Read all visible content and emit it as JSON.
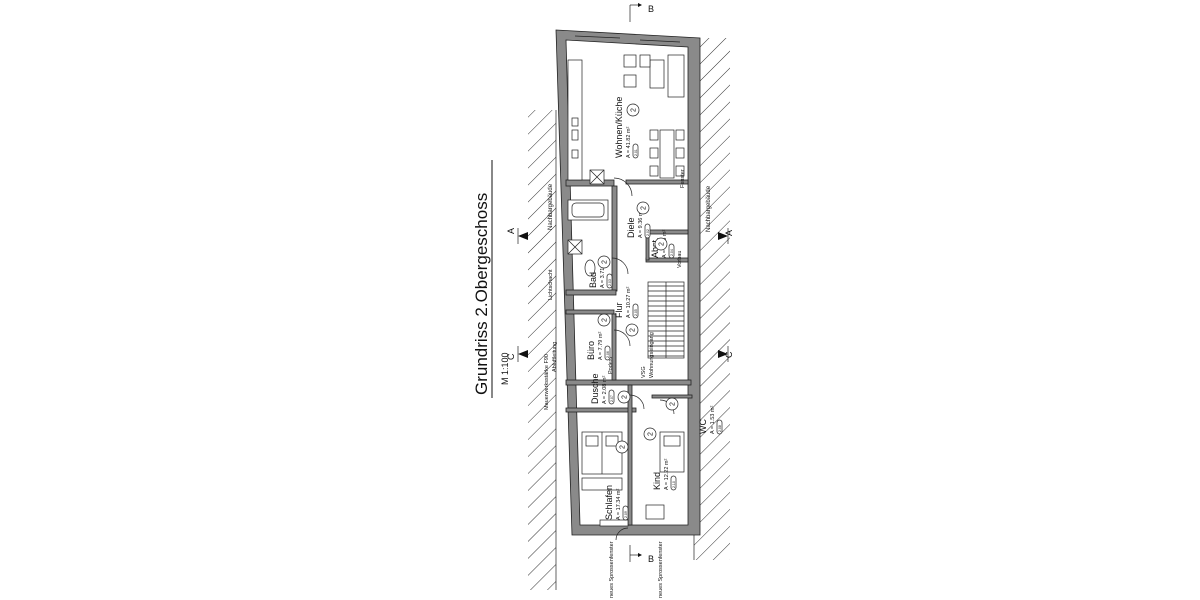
{
  "title": "Grundriss 2.Obergeschoss",
  "scale": "M 1:100",
  "section_marks": {
    "b_top": "B",
    "b_bottom": "B",
    "a_left": "A",
    "a_right": "A",
    "c_left": "C",
    "c_right": "C"
  },
  "neighbors": {
    "left": "Nachbargebäude",
    "right": "Nachbargebäude"
  },
  "rooms": [
    {
      "name": "Wohnen/Küche",
      "area": "A = 41.82 m²",
      "number": "2",
      "code": "2.01"
    },
    {
      "name": "Diele",
      "area": "A = 9.36 m²",
      "number": "2",
      "code": "2.02"
    },
    {
      "name": "Bad",
      "area": "A = 3.71 m²",
      "number": "2",
      "code": "2.03"
    },
    {
      "name": "Abst.",
      "area": "A = 1.98 m²",
      "number": "2",
      "code": "2.04"
    },
    {
      "name": "Flur",
      "area": "A = 10.27 m²",
      "number": "2",
      "code": "2.05"
    },
    {
      "name": "Büro",
      "area": "A = 7.79 m²",
      "number": "2",
      "code": "2.06"
    },
    {
      "name": "Dusche",
      "area": "A = 2.08 m²",
      "number": "2",
      "code": "2.07"
    },
    {
      "name": "WC",
      "area": "A = 1.53 m²",
      "number": "2",
      "code": "2.08"
    },
    {
      "name": "Schlafen",
      "area": "A = 17.34 m²",
      "number": "2",
      "code": "2.09"
    },
    {
      "name": "Kind",
      "area": "A = 12.22 m²",
      "number": "2",
      "code": "2.10"
    }
  ],
  "annotations": {
    "lichtschacht": "Lichtschacht",
    "abluft": "Abluftleitung",
    "mauerwerk": "Mauerwerksstärke F90",
    "podest": "Podest",
    "vorbau": "Vorbau",
    "wohnungseingang": "Wohnungseingang",
    "vsg": "VSG",
    "fenster": "Fenster",
    "window_note": "neues Sprossenfenster"
  }
}
